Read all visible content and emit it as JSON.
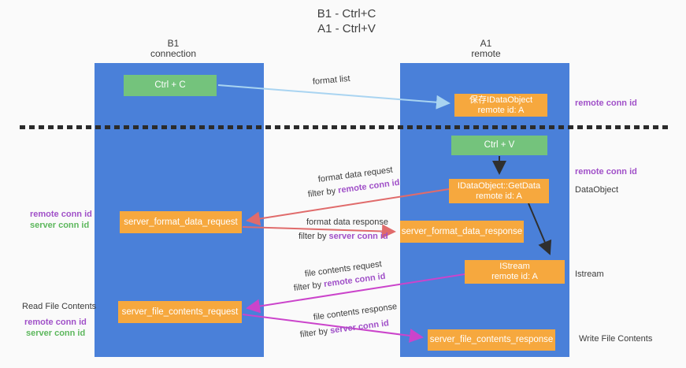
{
  "title": {
    "line1": "B1 - Ctrl+C",
    "line2": "A1 - Ctrl+V"
  },
  "columns": {
    "left": {
      "header_line1": "B1",
      "header_line2": "connection"
    },
    "right": {
      "header_line1": "A1",
      "header_line2": "remote"
    }
  },
  "boxes": {
    "ctrl_c": "Ctrl + C",
    "ctrl_v": "Ctrl + V",
    "save_idataobject_line1": "保存IDataObject",
    "save_idataobject_line2": "remote id: A",
    "getdata_line1": "IDataObject::GetData",
    "getdata_line2": "remote id: A",
    "istream_line1": "IStream",
    "istream_line2": "remote id: A",
    "server_format_data_request": "server_format_data_request",
    "server_format_data_response": "server_format_data_response",
    "server_file_contents_request": "server_file_contents_request",
    "server_file_contents_response": "server_file_contents_response"
  },
  "flow_labels": {
    "format_list": "format list",
    "format_data_request": "format data request",
    "format_data_response": "format data response",
    "file_contents_request": "file contents request",
    "file_contents_response": "file contents response",
    "filter_by": "filter by ",
    "remote_conn_id": "remote conn id",
    "server_conn_id": "server conn id"
  },
  "side_labels": {
    "remote_conn_id": "remote conn id",
    "server_conn_id": "server conn id",
    "dataobject": "DataObject",
    "istream": "Istream",
    "read_file_contents": "Read File Contents",
    "write_file_contents": "Write File Contents"
  },
  "colors": {
    "background": "#fafafa",
    "column_blue": "#4a80d9",
    "box_orange": "#f6a83e",
    "box_green": "#74c37c",
    "arrow_red": "#e06b6b",
    "arrow_magenta": "#cb44cb",
    "arrow_blue": "#a9d4f1",
    "arrow_black": "#2f2f2f",
    "label_purple": "#a050c8",
    "label_green": "#5cb75c",
    "dashed_line": "#2b2b2b"
  }
}
